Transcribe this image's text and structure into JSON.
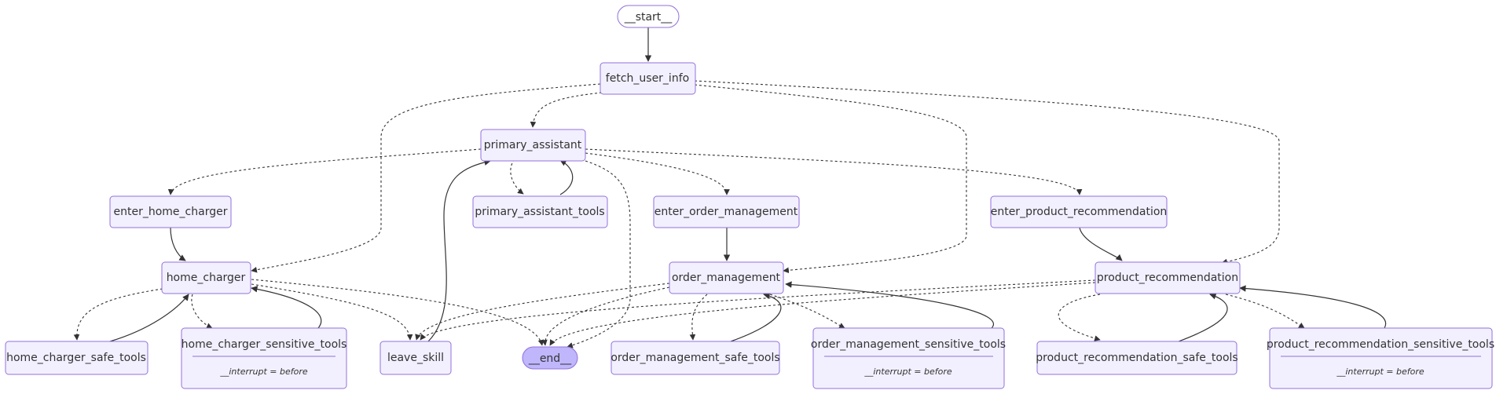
{
  "nodes": {
    "start": "__start__",
    "fetch_user_info": "fetch_user_info",
    "primary_assistant": "primary_assistant",
    "enter_home_charger": "enter_home_charger",
    "primary_assistant_tools": "primary_assistant_tools",
    "enter_order_management": "enter_order_management",
    "enter_product_recommendation": "enter_product_recommendation",
    "home_charger": "home_charger",
    "order_management": "order_management",
    "product_recommendation": "product_recommendation",
    "home_charger_safe_tools": "home_charger_safe_tools",
    "home_charger_sensitive_tools": "home_charger_sensitive_tools",
    "leave_skill": "leave_skill",
    "end": "__end__",
    "order_management_safe_tools": "order_management_safe_tools",
    "order_management_sensitive_tools": "order_management_sensitive_tools",
    "product_recommendation_safe_tools": "product_recommendation_safe_tools",
    "product_recommendation_sensitive_tools": "product_recommendation_sensitive_tools"
  },
  "interrupt_label": "__interrupt = before",
  "colors": {
    "node_fill": "#f2f0ff",
    "node_stroke": "#9370db",
    "end_fill": "#bfb6fc",
    "edge": "#333333"
  }
}
